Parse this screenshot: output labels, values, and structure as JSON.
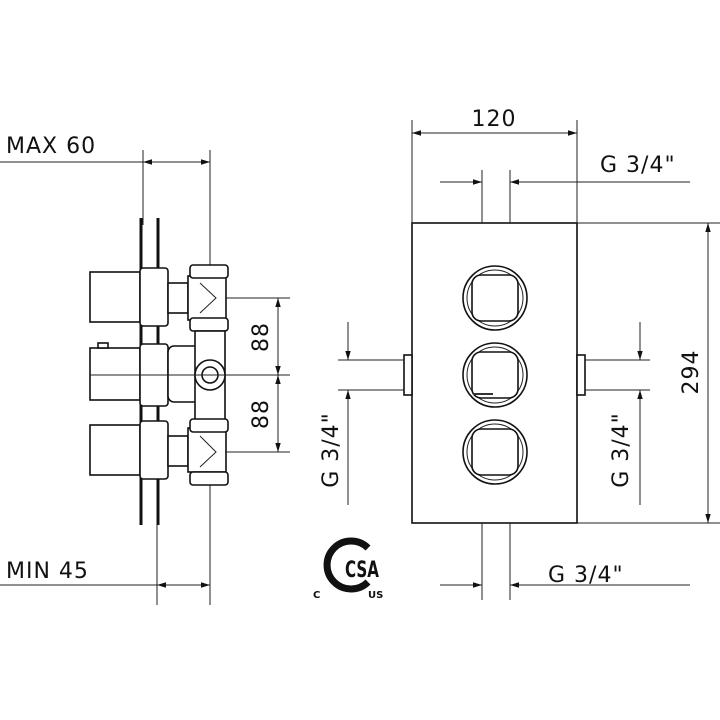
{
  "side_view": {
    "max_depth_label": "MAX 60",
    "min_depth_label": "MIN 45",
    "spacing_upper": "88",
    "spacing_lower": "88"
  },
  "front_view": {
    "width_label": "120",
    "height_label": "294",
    "top_connection": "G 3/4\"",
    "bottom_connection": "G 3/4\"",
    "left_connection": "G 3/4\"",
    "right_connection": "G 3/4\""
  },
  "certification": {
    "logo": "CSA",
    "left_mark": "C",
    "right_mark": "US"
  }
}
